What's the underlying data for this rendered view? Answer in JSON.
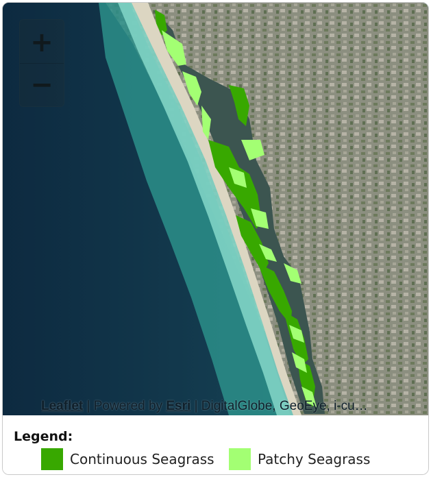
{
  "map": {
    "zoom_in_label": "+",
    "zoom_out_label": "−",
    "attribution": {
      "leaflet_link": "Leaflet",
      "separator1": " | ",
      "powered_by": "Powered by ",
      "esri_link": "Esri",
      "separator2": " | ",
      "sources": "DigitalGlobe, GeoEye, i-cu…"
    }
  },
  "legend": {
    "title": "Legend:",
    "items": [
      {
        "label": "Continuous Seagrass",
        "color": "#38a800"
      },
      {
        "label": "Patchy Seagrass",
        "color": "#a3ff73"
      }
    ]
  },
  "colors": {
    "ocean_deep": "#12344a",
    "ocean_shallow": "#2a9a92",
    "surf": "#78d0c2",
    "beach": "#e8e0cc",
    "bay_water": "#3d5550",
    "land": "#8f9385"
  }
}
